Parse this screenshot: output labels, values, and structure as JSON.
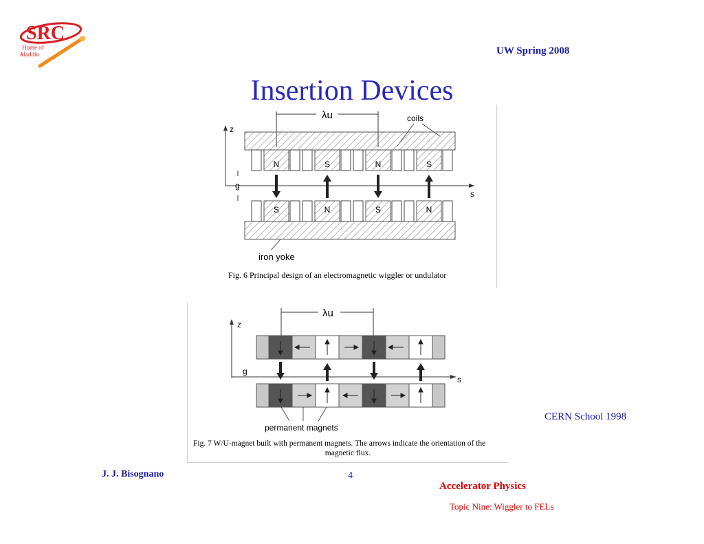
{
  "header": {
    "logo_text": "SRC",
    "logo_subtext": [
      "Home of",
      "Aladdin"
    ],
    "term": "UW Spring 2008"
  },
  "slide": {
    "title": "Insertion Devices",
    "credit": "CERN School 1998"
  },
  "figure6": {
    "labels": {
      "lambda": "λu",
      "coils": "coils",
      "z": "z",
      "g": "g",
      "s": "s",
      "yoke": "iron yoke",
      "top_poles": [
        "N",
        "S",
        "N",
        "S"
      ],
      "bottom_poles": [
        "S",
        "N",
        "S",
        "N"
      ]
    },
    "caption": "Fig. 6 Principal design of an electromagnetic wiggler or undulator"
  },
  "figure7": {
    "labels": {
      "lambda": "λu",
      "z": "z",
      "g": "g",
      "s": "s",
      "magnets": "permanent magnets"
    },
    "caption_line1": "Fig. 7 W/U-magnet built with permanent magnets. The arrows indicate the orientation of the",
    "caption_line2": "magnetic flux."
  },
  "footer": {
    "author": "J. J. Bisognano",
    "page_number": "4",
    "course": "Accelerator Physics",
    "topic": "Topic Nine: Wiggler to FELs"
  },
  "colors": {
    "title_blue": "#2a2ab8",
    "text_blue": "#1a1aa0",
    "footer_red": "#e00000",
    "logo_red": "#d81f26",
    "logo_orange": "#f08a1c"
  }
}
